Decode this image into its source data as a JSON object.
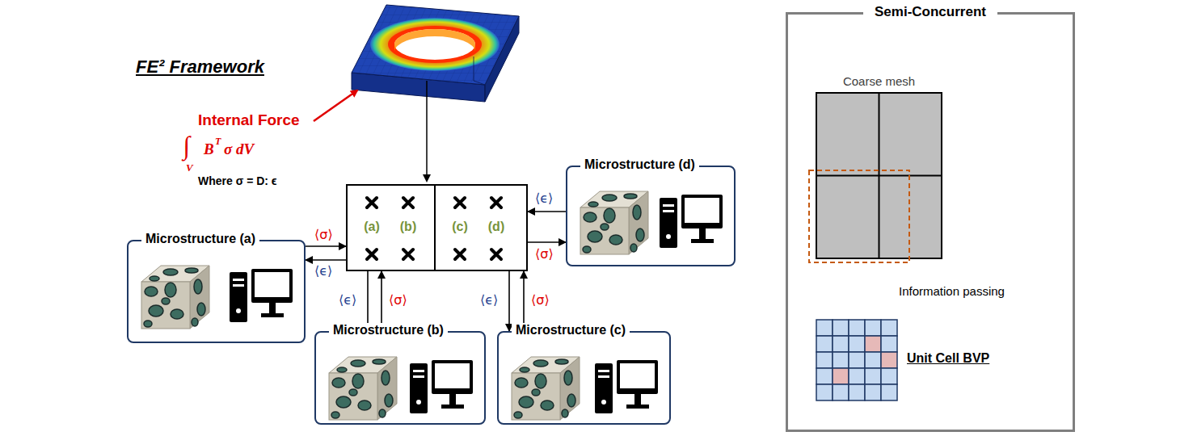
{
  "diagram": {
    "title": "FE² Framework",
    "nodes": [
      {
        "text": [
          "(a)",
          "(b)",
          "(c)",
          "(d)"
        ]
      },
      {
        "text": [
          "Microstructure (a)"
        ]
      },
      {
        "text": [
          "Microstructure (b)"
        ]
      },
      {
        "text": [
          "Microstructure (c)"
        ]
      },
      {
        "text": [
          "Microstructure (d)"
        ]
      },
      {
        "text": [
          "Semi-Concurrent"
        ]
      },
      {
        "text": [
          "Coarse mesh"
        ],
        "in": 5
      },
      {
        "text": [
          "Unit Cell BVP"
        ],
        "in": 5
      }
    ],
    "edges": [
      {
        "from": 1,
        "to": 0,
        "arrow": "to",
        "label": "⟨σ⟩"
      },
      {
        "from": 0,
        "to": 1,
        "arrow": "to",
        "label": "⟨ϵ⟩"
      },
      {
        "from": 0,
        "to": 2,
        "arrow": "to",
        "label": "⟨ϵ⟩"
      },
      {
        "from": 2,
        "to": 0,
        "arrow": "to",
        "label": "⟨σ⟩"
      },
      {
        "from": 0,
        "to": 3,
        "arrow": "to",
        "label": "⟨ϵ⟩"
      },
      {
        "from": 3,
        "to": 0,
        "arrow": "to",
        "label": "⟨σ⟩"
      },
      {
        "from": 4,
        "to": 0,
        "arrow": "to",
        "label": "⟨ϵ⟩"
      },
      {
        "from": 0,
        "to": 4,
        "arrow": "to",
        "label": "⟨σ⟩"
      },
      {
        "from": 6,
        "to": 7,
        "arrow": "to"
      },
      {
        "from": 7,
        "to": 6,
        "arrow": "to"
      }
    ],
    "labels": [
      "Internal Force",
      "∫",
      "V",
      "B",
      "T",
      "σ dV",
      "Where σ = D: ϵ",
      "Information passing"
    ]
  }
}
